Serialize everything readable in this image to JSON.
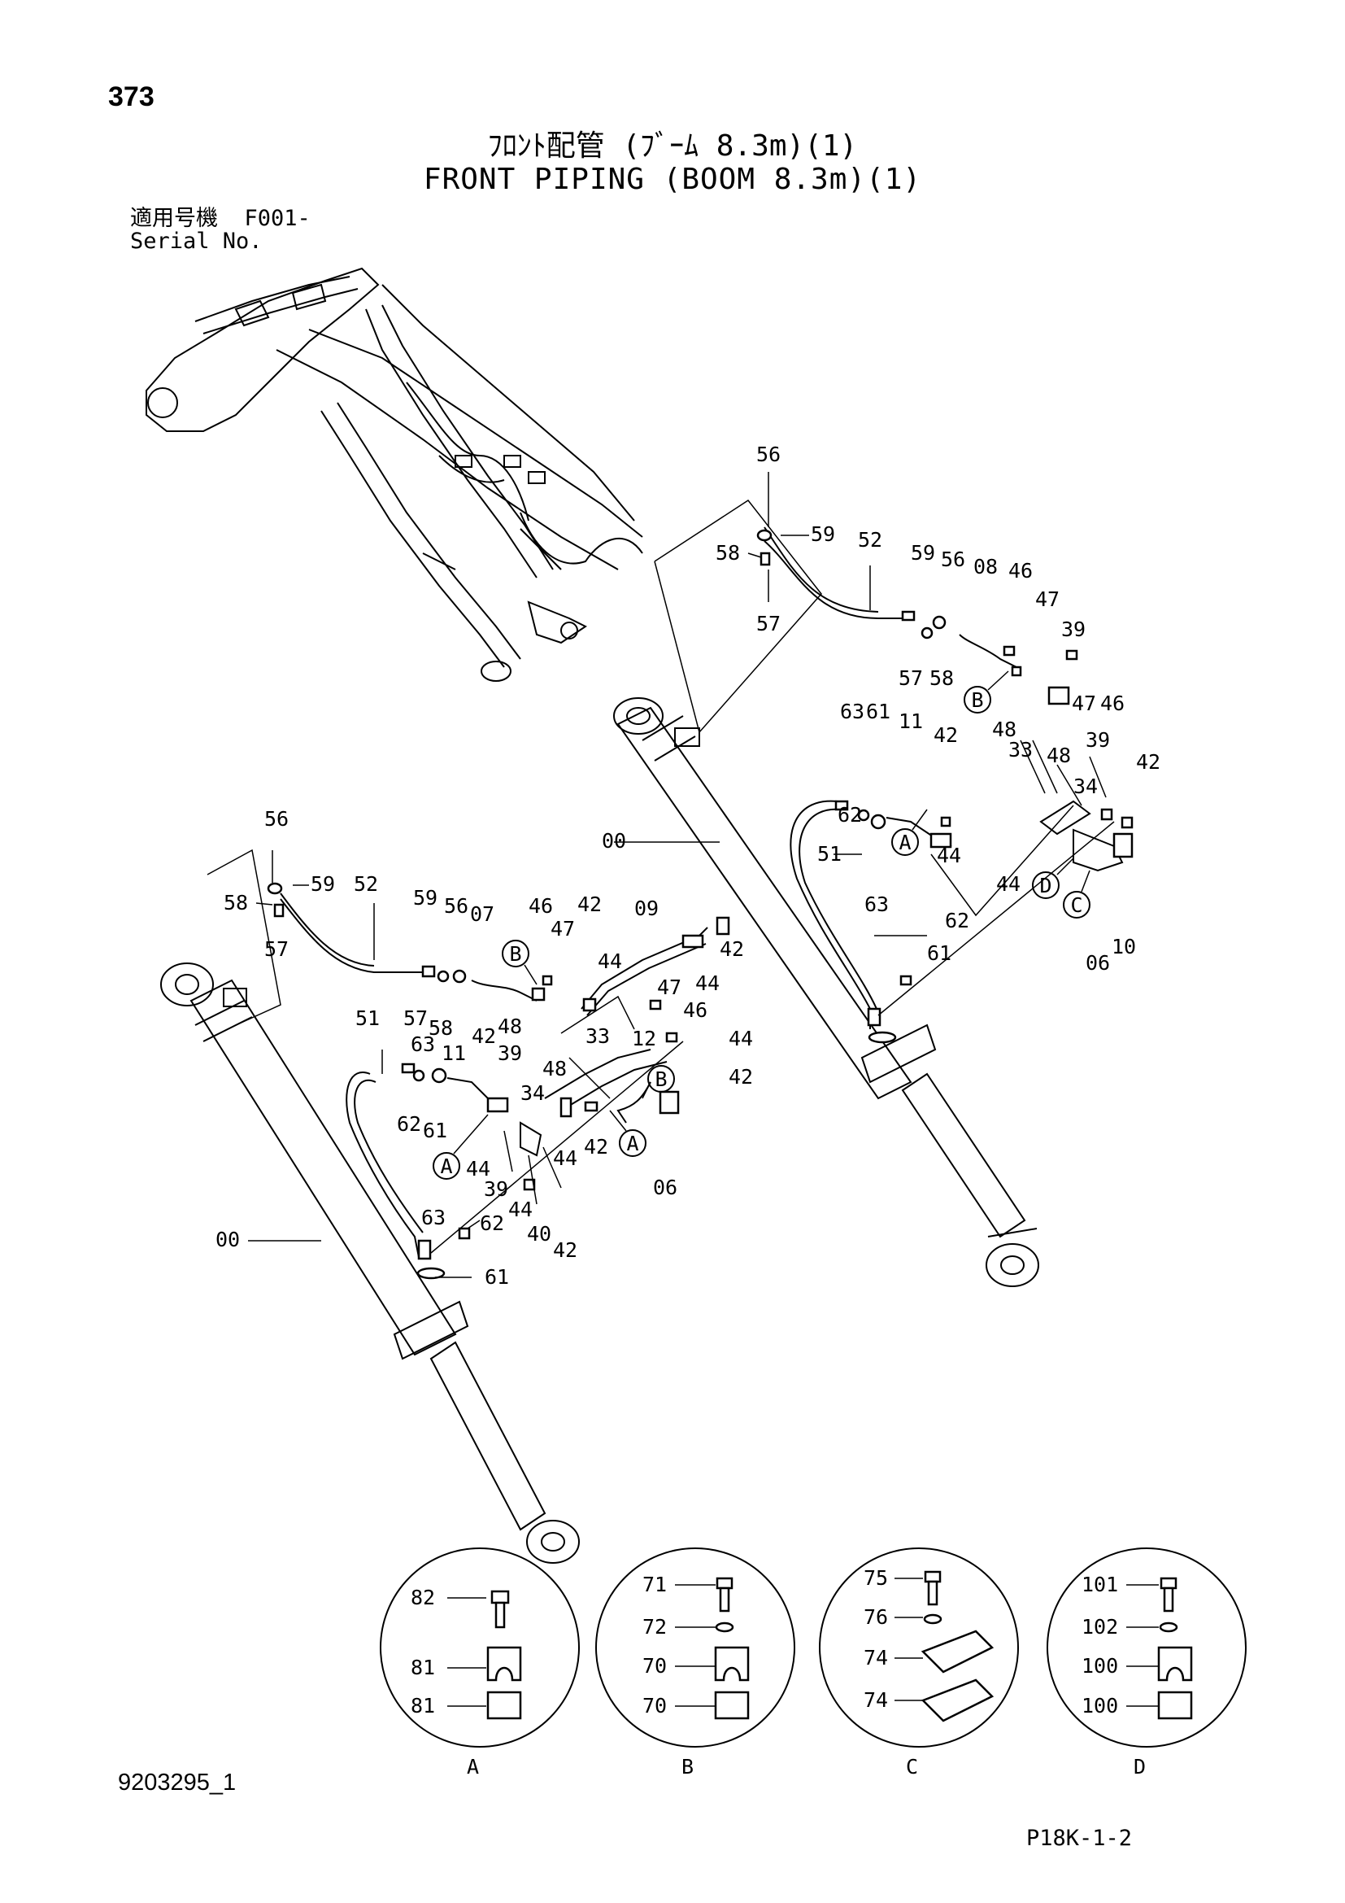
{
  "header": {
    "page_number": "373",
    "title_jp": "ﾌﾛﾝﾄ配管 (ﾌﾞｰﾑ 8.3m)(1)",
    "title_en": "FRONT PIPING (BOOM 8.3m)(1)",
    "serial_label_jp": "適用号機",
    "serial_value": "F001-",
    "serial_label_en": "Serial No."
  },
  "footer": {
    "doc_number": "9203295_1",
    "sheet_code": "P18K-1-2"
  },
  "callouts": {
    "c56a": "56",
    "c59a": "59",
    "c58a": "58",
    "c57a": "57",
    "c52a": "52",
    "c59b": "59",
    "c56b": "56",
    "c08": "08",
    "c46a": "46",
    "c47a": "47",
    "c39a": "39",
    "c57b": "57",
    "c58b": "58",
    "c48a": "48",
    "c47b": "47",
    "c46b": "46",
    "c39b": "39",
    "c42a": "42",
    "c63a": "63",
    "c61a": "61",
    "c11a": "11",
    "c42b": "42",
    "c33a": "33",
    "c48b": "48",
    "c34a": "34",
    "c62a": "62",
    "c44a": "44",
    "c51a": "51",
    "c00a": "00",
    "c44b": "44",
    "c06a": "06",
    "c10": "10",
    "c63b": "63",
    "c62b": "62",
    "c61b": "61",
    "c56c": "56",
    "c59c": "59",
    "c52b": "52",
    "c58c": "58",
    "c57c": "57",
    "c59d": "59",
    "c56d": "56",
    "c07": "07",
    "c46c": "46",
    "c42c": "42",
    "c09": "09",
    "c47c": "47",
    "c42d": "42",
    "c44c": "44",
    "c57d": "57",
    "c58d": "58",
    "c48c": "48",
    "c47d": "47",
    "c46d": "46",
    "c51b": "51",
    "c63c": "63",
    "c11b": "11",
    "c42e": "42",
    "c39c": "39",
    "c33b": "33",
    "c48d": "48",
    "c12": "12",
    "c44d": "44",
    "c42f": "42",
    "c62c": "62",
    "c61c": "61",
    "c34b": "34",
    "c44e": "44",
    "c44f": "44",
    "c42g": "42",
    "c39d": "39",
    "c06b": "06",
    "c44g": "44",
    "c40": "40",
    "c42h": "42",
    "c00b": "00",
    "c63d": "63",
    "c62d": "62",
    "c61d": "61"
  },
  "bubbles": {
    "b1": "B",
    "b2": "A",
    "b3": "D",
    "b4": "C",
    "b5": "B",
    "b6": "B",
    "b7": "A",
    "b8": "A"
  },
  "details": [
    {
      "label": "A",
      "parts": [
        "82",
        "81",
        "81"
      ]
    },
    {
      "label": "B",
      "parts": [
        "71",
        "72",
        "70",
        "70"
      ]
    },
    {
      "label": "C",
      "parts": [
        "75",
        "76",
        "74",
        "74"
      ]
    },
    {
      "label": "D",
      "parts": [
        "101",
        "102",
        "100",
        "100"
      ]
    }
  ]
}
